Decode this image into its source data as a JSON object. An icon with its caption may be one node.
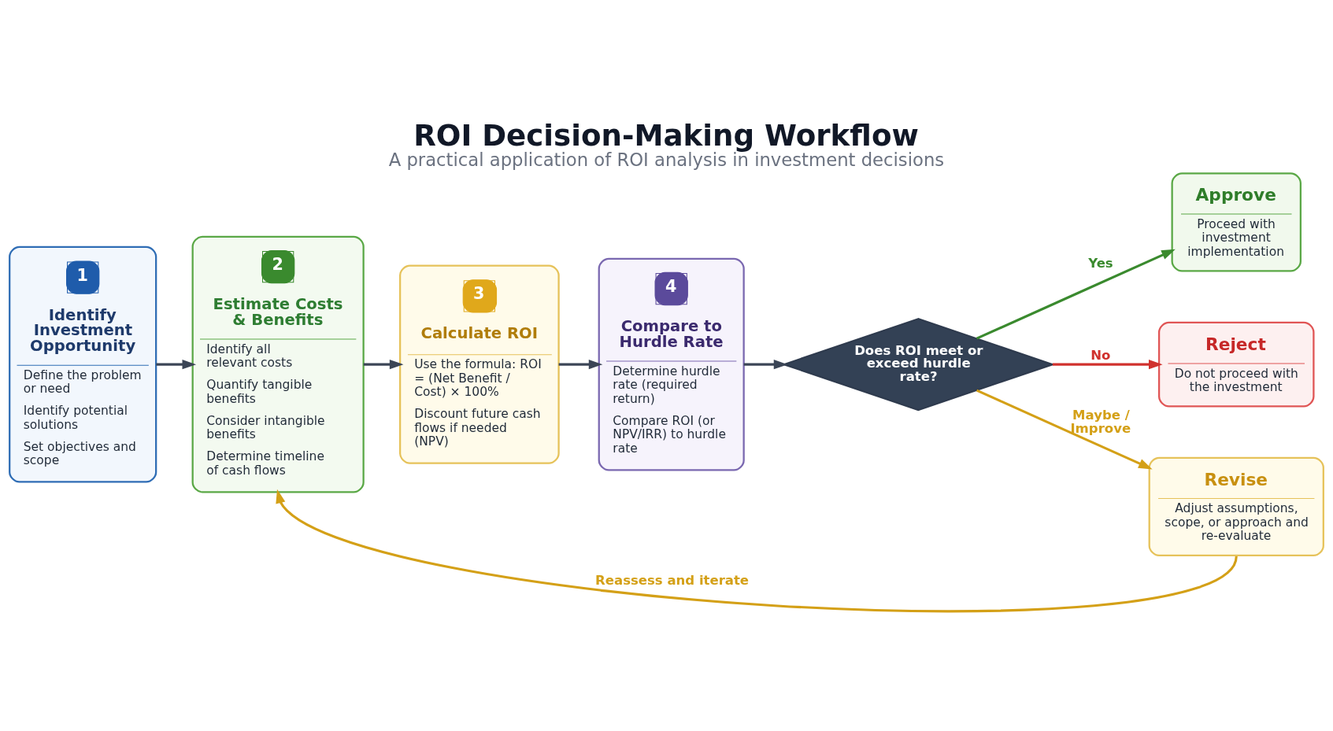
{
  "diagram": {
    "title": "ROI Decision-Making Workflow",
    "caption": "A practical application of ROI analysis in investment decisions",
    "nodes": [
      {
        "text": [
          "1",
          "Identify Investment Opportunity",
          "Define the problem or need",
          "Identify potential solutions",
          "Set objectives and scope"
        ]
      },
      {
        "text": [
          "2",
          "Estimate Costs & Benefits",
          "Identify all relevant costs",
          "Quantify tangible benefits",
          "Consider intangible benefits",
          "Determine timeline of cash flows"
        ]
      },
      {
        "text": [
          "3",
          "Calculate ROI",
          "Use the formula: ROI = (Net Benefit / Cost) × 100%",
          "Discount future cash flows if needed (NPV)"
        ]
      },
      {
        "text": [
          "4",
          "Compare to Hurdle Rate",
          "Determine hurdle rate (required return)",
          "Compare ROI (or NPV/IRR) to hurdle rate"
        ]
      },
      {
        "text": [
          "Does ROI meet or exceed hurdle rate?"
        ]
      },
      {
        "text": [
          "Approve",
          "Proceed with investment implementation"
        ]
      },
      {
        "text": [
          "Reject",
          "Do not proceed with the investment"
        ]
      },
      {
        "text": [
          "Revise",
          "Adjust assumptions, scope, or approach and re-evaluate"
        ]
      }
    ],
    "edges": [
      {
        "from": 0,
        "to": 1,
        "arrow": "to"
      },
      {
        "from": 1,
        "to": 2,
        "arrow": "to"
      },
      {
        "from": 2,
        "to": 3,
        "arrow": "to"
      },
      {
        "from": 3,
        "to": 4,
        "arrow": "to"
      },
      {
        "from": 4,
        "to": 5,
        "arrow": "to",
        "label": "Yes",
        "color": "#3a8a2e"
      },
      {
        "from": 4,
        "to": 6,
        "arrow": "to",
        "label": "No",
        "color": "#d0312d"
      },
      {
        "from": 4,
        "to": 7,
        "arrow": "to",
        "label": "Maybe / Improve",
        "color": "#d4a017"
      },
      {
        "from": 7,
        "to": 1,
        "arrow": "to",
        "label": "Reassess and iterate",
        "color": "#d4a017"
      }
    ]
  }
}
